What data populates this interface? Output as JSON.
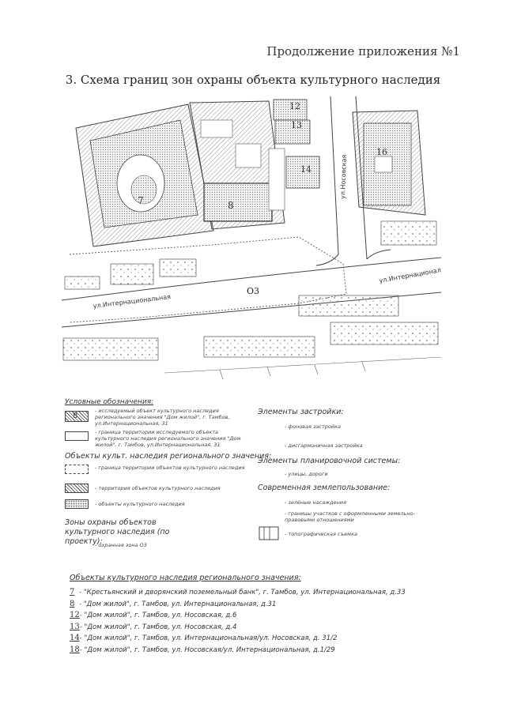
{
  "header": {
    "continuation": "Продолжение приложения №1",
    "title": "3. Схема границ зон охраны объекта культурного наследия"
  },
  "map": {
    "street_internatsionalnaya_left": "ул.Интернациональная",
    "street_internatsionalnaya_right": "ул.Интернациональ",
    "street_nosovskaya": "ул.Носовская",
    "zone_label": "О3",
    "building_numbers": [
      "7",
      "8",
      "12",
      "13",
      "14",
      "16"
    ]
  },
  "legend": {
    "heading": "Условные обозначения:",
    "items": [
      {
        "number": "8",
        "text": "- исследуемый объект культурного наследия регионального значения \"Дом жилой\", г. Тамбов, ул.Интернациональная, 31"
      },
      {
        "text": "- граница территории исследуемого объекта культурного наследия регионального значения \"Дом жилой\", г. Тамбов, ул.Интернациональная, 31"
      }
    ],
    "regional_heading": "Объекты культ. наследия регионального значения:",
    "regional_items": [
      "- граница территории объектов культурного наследия",
      "- территория объектов культурного наследия",
      "- объекты культурного наследия"
    ],
    "zones_heading": "Зоны охраны объектов культурного наследия (по проекту):",
    "zones_items": [
      "- охранная зона О3"
    ],
    "build_heading": "Элементы застройки:",
    "build_items": [
      "- фоновая застройка",
      "- дисгармоничная застройка"
    ],
    "plan_heading": "Элементы планировочной системы:",
    "plan_items": [
      "- улицы, дороги"
    ],
    "land_heading": "Современная землепользование:",
    "land_items": [
      "- зелёные насаждения",
      "- границы участков с оформленными земельно-правовыми отношениями",
      "- топографическая съемка"
    ]
  },
  "objects": {
    "heading": "Объекты культурного наследия регионального значения:",
    "rows": [
      {
        "num": "7",
        "text": "- \"Крестьянский и дворянский поземельный банк\", г. Тамбов, ул. Интернациональная, д.33"
      },
      {
        "num": "8",
        "text": "- \"Дом жилой\", г. Тамбов, ул. Интернациональная, д.31"
      },
      {
        "num": "12",
        "text": "- \"Дом жилой\", г. Тамбов, ул. Носовская, д.6"
      },
      {
        "num": "13",
        "text": "- \"Дом жилой\", г. Тамбов, ул. Носовская, д.4"
      },
      {
        "num": "14",
        "text": "- \"Дом жилой\", г. Тамбов, ул. Интернациональная/ул. Носовская, д. 31/2"
      },
      {
        "num": "18",
        "text": "- \"Дом жилой\", г. Тамбов, ул. Носовская/ул. Интернациональная, д.1/29"
      }
    ]
  }
}
